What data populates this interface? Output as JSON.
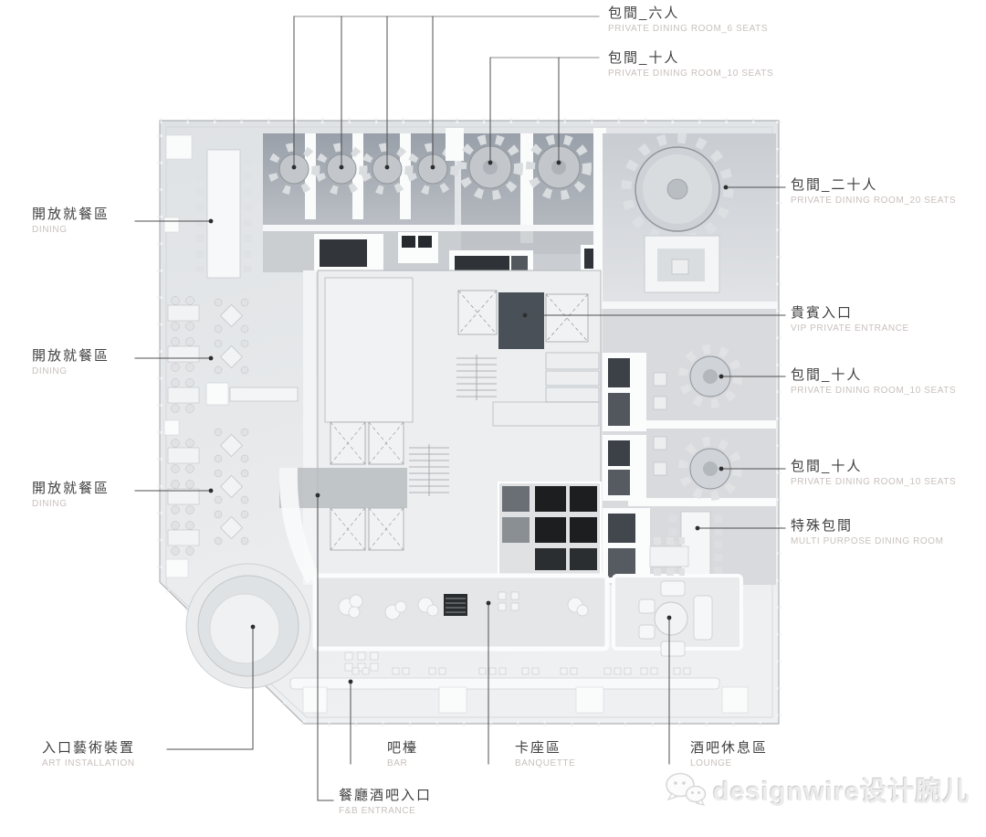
{
  "callouts": {
    "pdr6": {
      "zh": "包間_六人",
      "en": "PRIVATE DINING ROOM_6 SEATS"
    },
    "pdr10_top": {
      "zh": "包間_十人",
      "en": "PRIVATE DINING ROOM_10 SEATS"
    },
    "pdr20": {
      "zh": "包間_二十人",
      "en": "PRIVATE DINING ROOM_20 SEATS"
    },
    "vip_entrance": {
      "zh": "貴賓入口",
      "en": "VIP PRIVATE ENTRANCE"
    },
    "pdr10_right_1": {
      "zh": "包間_十人",
      "en": "PRIVATE DINING ROOM_10 SEATS"
    },
    "pdr10_right_2": {
      "zh": "包間_十人",
      "en": "PRIVATE DINING ROOM_10 SEATS"
    },
    "special_room": {
      "zh": "特殊包間",
      "en": "MULTI PURPOSE DINING ROOM"
    },
    "dining_1": {
      "zh": "開放就餐區",
      "en": "DINING"
    },
    "dining_2": {
      "zh": "開放就餐區",
      "en": "DINING"
    },
    "dining_3": {
      "zh": "開放就餐區",
      "en": "DINING"
    },
    "art_installation": {
      "zh": "入口藝術裝置",
      "en": "ART INSTALLATION"
    },
    "fb_entrance": {
      "zh": "餐廳酒吧入口",
      "en": "F&B ENTRANCE"
    },
    "bar": {
      "zh": "吧檯",
      "en": "BAR"
    },
    "banquette": {
      "zh": "卡座區",
      "en": "BANQUETTE"
    },
    "lounge": {
      "zh": "酒吧休息區",
      "en": "LOUNGE"
    }
  },
  "watermark": {
    "text": "designwire设计腕儿"
  },
  "colors": {
    "callout_zh": "#3f3f3f",
    "callout_en": "#c8c0bd",
    "leader_line": "#555555",
    "plan_floor": "#e7e9eb",
    "room_floor_dark": "#a9afb7",
    "dark_block": "#43484e",
    "kitchen_black": "#1c1e20",
    "watermark_gray": "#ececec"
  }
}
